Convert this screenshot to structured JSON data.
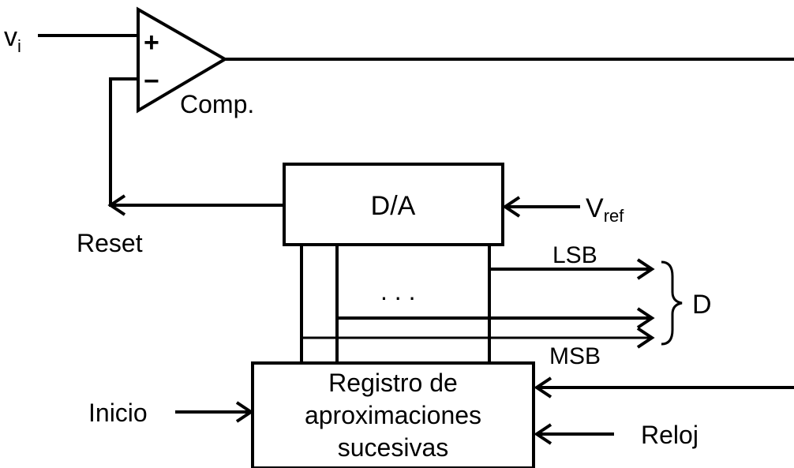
{
  "inputs": {
    "vi": "v",
    "vi_sub": "i",
    "vref": "V",
    "vref_sub": "ref",
    "inicio": "Inicio",
    "reloj": "Reloj"
  },
  "comparator": {
    "plus": "+",
    "minus": "−",
    "label": "Comp."
  },
  "dac": {
    "label": "D/A"
  },
  "reset": "Reset",
  "outputs": {
    "lsb": "LSB",
    "msb": "MSB",
    "ellipsis": ". . .",
    "bus_label": "D"
  },
  "register": {
    "line1": "Registro de",
    "line2": "aproximaciones",
    "line3": "sucesivas"
  }
}
